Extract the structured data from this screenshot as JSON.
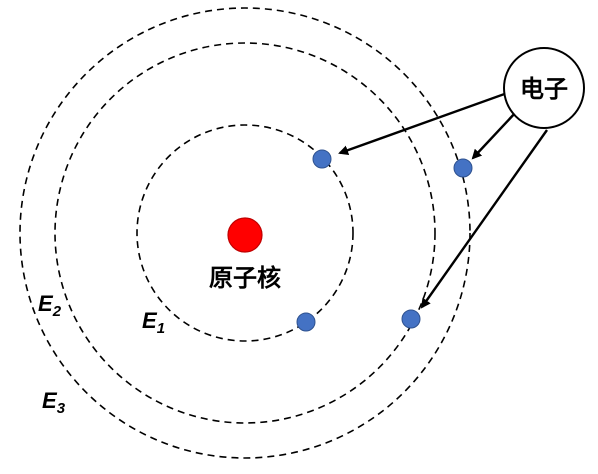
{
  "labels": {
    "nucleus": "原子核",
    "electron": "电子",
    "levels": [
      {
        "symbol": "E",
        "sub": "1"
      },
      {
        "symbol": "E",
        "sub": "2"
      },
      {
        "symbol": "E",
        "sub": "3"
      }
    ]
  },
  "colors": {
    "nucleus": "#ff0000",
    "electron": "#4472c4"
  }
}
